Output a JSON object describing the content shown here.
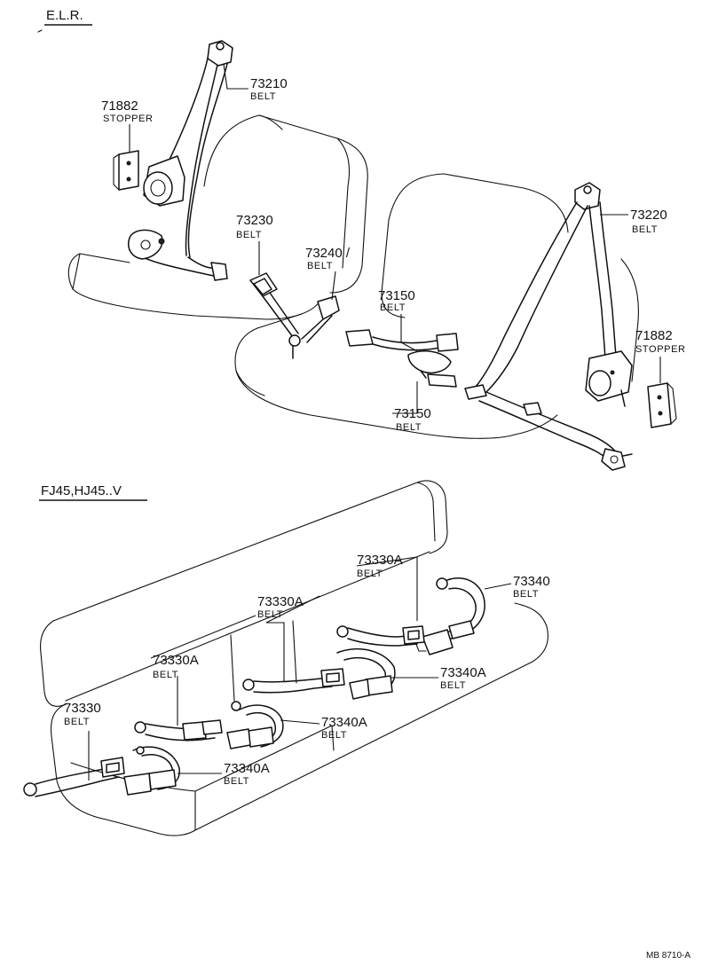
{
  "sections": {
    "elr": "E.L.R.",
    "bench": "FJ45,HJ45..V"
  },
  "callouts": [
    {
      "id": "c73210",
      "number": "73210",
      "name": "BELT"
    },
    {
      "id": "c71882a",
      "number": "71882",
      "name": "STOPPER"
    },
    {
      "id": "c73230",
      "number": "73230",
      "name": "BELT"
    },
    {
      "id": "c73240",
      "number": "73240 /",
      "name": "BELT"
    },
    {
      "id": "c73150a",
      "number": "73150",
      "name": "BELT"
    },
    {
      "id": "c73220",
      "number": "73220",
      "name": "BELT"
    },
    {
      "id": "c71882b",
      "number": "71882",
      "name": "STOPPER"
    },
    {
      "id": "c73150b",
      "number": "73150",
      "name": "BELT"
    },
    {
      "id": "c73330Aa",
      "number": "73330A",
      "name": "BELT"
    },
    {
      "id": "c73340",
      "number": "73340",
      "name": "BELT"
    },
    {
      "id": "c73330Ab",
      "number": "73330A",
      "name": "BELT"
    },
    {
      "id": "c73340Aa",
      "number": "73340A",
      "name": "BELT"
    },
    {
      "id": "c73330Ac",
      "number": "73330A",
      "name": "BELT"
    },
    {
      "id": "c73340Ab",
      "number": "73340A",
      "name": "BELT"
    },
    {
      "id": "c73330",
      "number": "73330",
      "name": "BELT"
    },
    {
      "id": "c73340Ac",
      "number": "73340A",
      "name": "BELT"
    }
  ],
  "drawing_code": "MB 8710-A"
}
